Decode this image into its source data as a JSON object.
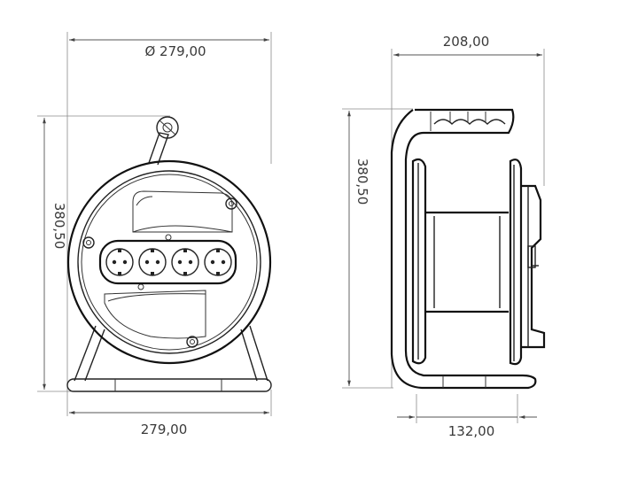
{
  "front_view": {
    "diameter_label": "Ø 279,00",
    "height_label": "380,50",
    "base_width_label": "279,00"
  },
  "side_view": {
    "depth_label": "208,00",
    "height_label": "380,50",
    "base_depth_label": "132,00"
  },
  "colors": {
    "line": "#111111",
    "dimension": "#555555",
    "text": "#3a3a3a"
  }
}
